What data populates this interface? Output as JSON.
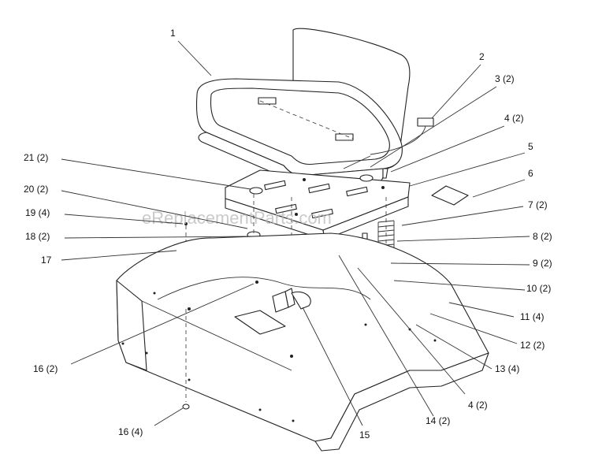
{
  "watermark": "eReplacementParts.com",
  "callouts": [
    {
      "id": "c1",
      "label": "1"
    },
    {
      "id": "c2",
      "label": "2"
    },
    {
      "id": "c3",
      "label": "3 (2)"
    },
    {
      "id": "c4a",
      "label": "4 (2)"
    },
    {
      "id": "c5",
      "label": "5"
    },
    {
      "id": "c6",
      "label": "6"
    },
    {
      "id": "c7",
      "label": "7 (2)"
    },
    {
      "id": "c8",
      "label": "8 (2)"
    },
    {
      "id": "c9",
      "label": "9 (2)"
    },
    {
      "id": "c10",
      "label": "10 (2)"
    },
    {
      "id": "c11",
      "label": "11 (4)"
    },
    {
      "id": "c12",
      "label": "12 (2)"
    },
    {
      "id": "c13",
      "label": "13 (4)"
    },
    {
      "id": "c4b",
      "label": "4 (2)"
    },
    {
      "id": "c14",
      "label": "14 (2)"
    },
    {
      "id": "c15",
      "label": "15"
    },
    {
      "id": "c16a",
      "label": "16 (4)"
    },
    {
      "id": "c16b",
      "label": "16 (2)"
    },
    {
      "id": "c17",
      "label": "17"
    },
    {
      "id": "c18",
      "label": "18 (2)"
    },
    {
      "id": "c19",
      "label": "19 (4)"
    },
    {
      "id": "c20",
      "label": "20 (2)"
    },
    {
      "id": "c21",
      "label": "21 (2)"
    }
  ]
}
